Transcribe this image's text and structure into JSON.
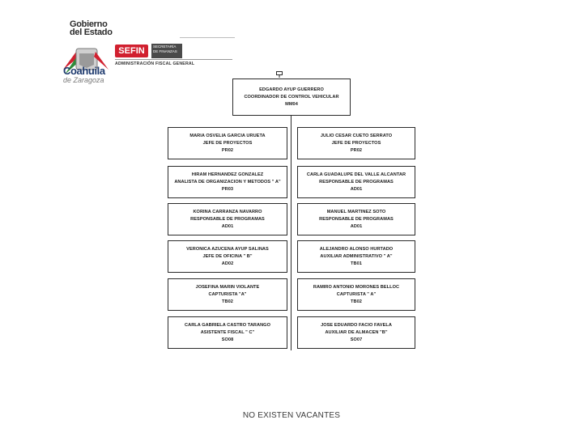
{
  "header": {
    "gobierno_line1": "Gobierno",
    "gobierno_line2": "del Estado",
    "coahuila": "Coahuila",
    "zaragoza": "de Zaragoza",
    "sefin": "SEFIN",
    "sefin_sub": "Secretaría de Finanzas",
    "admin": "ADMINISTRACIÓN FISCAL GENERAL",
    "brand_red": "#d1202f",
    "brand_blue": "#1e3a6e"
  },
  "chart": {
    "root": {
      "name": "EDGARDO AYUP GUERRERO",
      "title": "COORDINADOR DE CONTROL VEHICULAR",
      "code": "MM04"
    },
    "left": [
      {
        "name": "MARIA OSVELIA GARCIA URUETA",
        "title": "JEFE DE PROYECTOS",
        "code": "PR02"
      },
      {
        "name": "HIRAM HERNANDEZ GONZALEZ",
        "title": "ANALISTA DE ORGANIZACION Y METODOS \" A\"",
        "code": "PR03"
      },
      {
        "name": "KORINA CARRANZA NAVARRO",
        "title": "RESPONSABLE DE PROGRAMAS",
        "code": "AD01"
      },
      {
        "name": "VERONICA AZUCENA AYUP SALINAS",
        "title": "JEFE DE OFICINA \" B\"",
        "code": "AD02"
      },
      {
        "name": "JOSEFINA MARIN VIOLANTE",
        "title": "CAPTURISTA \"A\"",
        "code": "TB02"
      },
      {
        "name": "CARLA GABRIELA CASTRO TARANGO",
        "title": "ASISTENTE FISCAL \" C\"",
        "code": "SO08"
      }
    ],
    "right": [
      {
        "name": "JULIO CESAR CUETO SERRATO",
        "title": "JEFE DE PROYECTOS",
        "code": "PR02"
      },
      {
        "name": "CARLA GUADALUPE DEL VALLE ALCANTAR",
        "title": "RESPONSABLE DE PROGRAMAS",
        "code": "AD01"
      },
      {
        "name": "MANUEL MARTINEZ SOTO",
        "title": "RESPONSABLE DE PROGRAMAS",
        "code": "AD01"
      },
      {
        "name": "ALEJANDRO ALONSO HURTADO",
        "title": "AUXILIAR ADMINISTRATIVO \" A\"",
        "code": "TB01"
      },
      {
        "name": "RAMIRO ANTONIO MORONES BELLOC",
        "title": "CAPTURISTA \" A\"",
        "code": "TB02"
      },
      {
        "name": "JOSE EDUARDO FACIO FAVELA",
        "title": "AUXILIAR DE ALMACEN \"B\"",
        "code": "SO07"
      }
    ]
  },
  "footer": {
    "note": "NO EXISTEN VACANTES"
  }
}
